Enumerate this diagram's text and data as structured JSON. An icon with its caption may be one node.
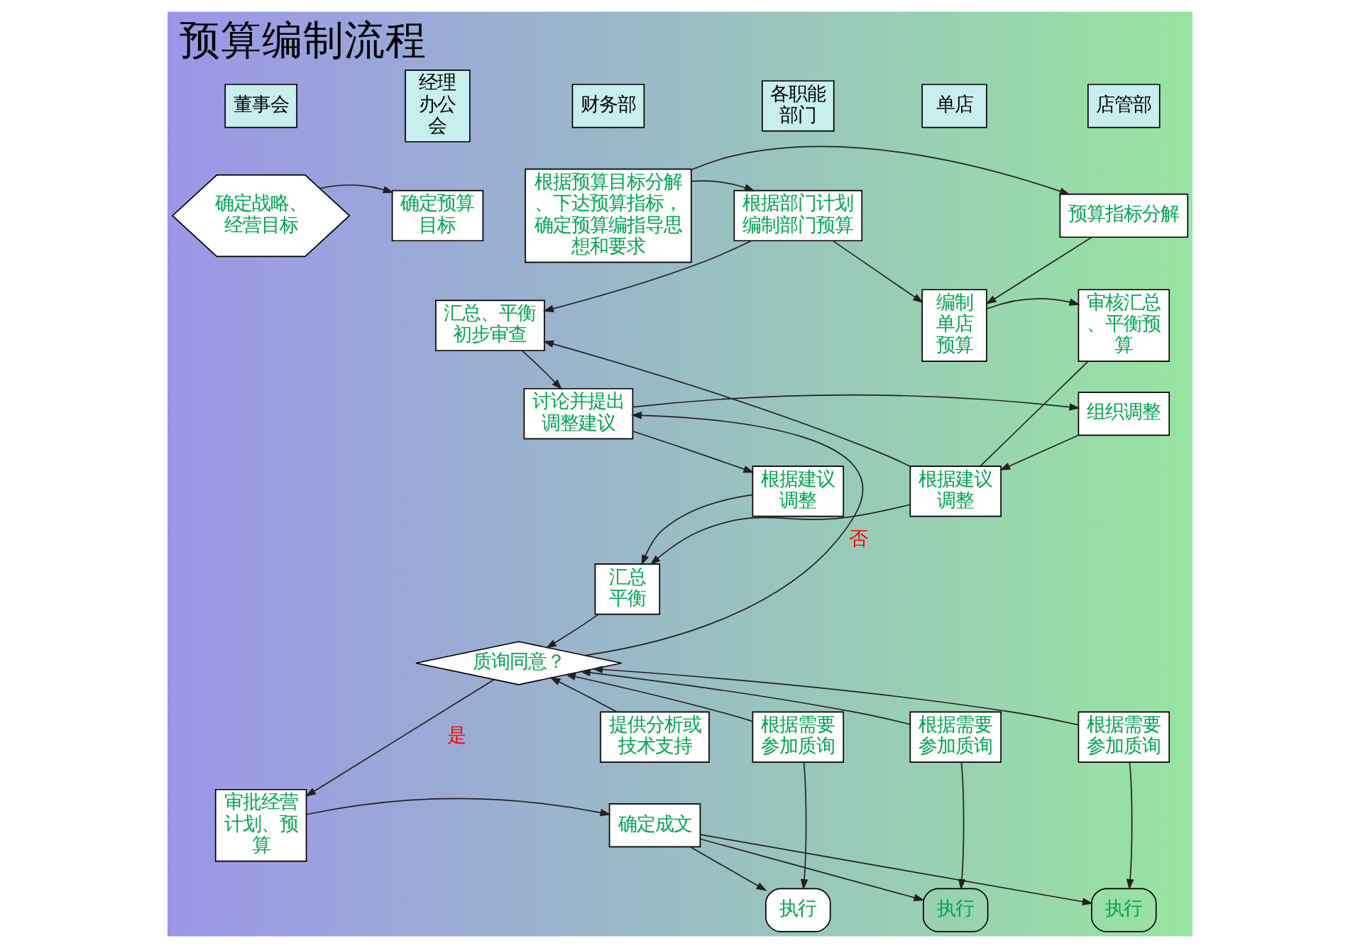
{
  "diagram": {
    "title": "预算编制流程",
    "nodes": [
      {
        "text": [
          "董事会"
        ]
      },
      {
        "text": [
          "经理办公会"
        ]
      },
      {
        "text": [
          "财务部"
        ]
      },
      {
        "text": [
          "各职能部门"
        ]
      },
      {
        "text": [
          "单店"
        ]
      },
      {
        "text": [
          "店管部"
        ]
      },
      {
        "text": [
          "确定战略、经营目标"
        ]
      },
      {
        "text": [
          "确定预算目标"
        ]
      },
      {
        "text": [
          "根据预算目标分解、下达预算指标，确定预算编指导思想和要求"
        ]
      },
      {
        "text": [
          "根据部门计划编制部门预算"
        ]
      },
      {
        "text": [
          "预算指标分解"
        ]
      },
      {
        "text": [
          "汇总、平衡初步审查"
        ]
      },
      {
        "text": [
          "编制单店预算"
        ]
      },
      {
        "text": [
          "审核汇总、平衡预算"
        ]
      },
      {
        "text": [
          "讨论并提出调整建议"
        ]
      },
      {
        "text": [
          "组织调整"
        ]
      },
      {
        "text": [
          "根据建议调整"
        ]
      },
      {
        "text": [
          "根据建议调整"
        ]
      },
      {
        "text": [
          "汇总平衡"
        ]
      },
      {
        "text": [
          "质询同意？"
        ]
      },
      {
        "text": [
          "提供分析或技术支持"
        ]
      },
      {
        "text": [
          "根据需要参加质询"
        ]
      },
      {
        "text": [
          "根据需要参加质询"
        ]
      },
      {
        "text": [
          "根据需要参加质询"
        ]
      },
      {
        "text": [
          "审批经营计划、预算"
        ]
      },
      {
        "text": [
          "确定成文"
        ]
      },
      {
        "text": [
          "执行"
        ]
      },
      {
        "text": [
          "执行"
        ]
      },
      {
        "text": [
          "执行"
        ]
      }
    ],
    "edges": [
      {
        "from": 6,
        "to": 7,
        "arrow": "to"
      },
      {
        "from": 8,
        "to": 9,
        "arrow": "to"
      },
      {
        "from": 8,
        "to": 10,
        "arrow": "to"
      },
      {
        "from": 9,
        "to": 12,
        "arrow": "to"
      },
      {
        "from": 10,
        "to": 12,
        "arrow": "to"
      },
      {
        "from": 9,
        "to": 11,
        "arrow": "to"
      },
      {
        "from": 12,
        "to": 13,
        "arrow": "to"
      },
      {
        "from": 13,
        "to": 17,
        "arrow": "none"
      },
      {
        "from": 15,
        "to": 17,
        "arrow": "to"
      },
      {
        "from": 17,
        "to": 11,
        "arrow": "to"
      },
      {
        "from": 11,
        "to": 14,
        "arrow": "to"
      },
      {
        "from": 14,
        "to": 15,
        "arrow": "to"
      },
      {
        "from": 14,
        "to": 16,
        "arrow": "to"
      },
      {
        "from": 16,
        "to": 18,
        "arrow": "to"
      },
      {
        "from": 17,
        "to": 18,
        "arrow": "to"
      },
      {
        "from": 18,
        "to": 19,
        "arrow": "to"
      },
      {
        "from": 19,
        "to": 14,
        "arrow": "to",
        "label": "否"
      },
      {
        "from": 19,
        "to": 24,
        "arrow": "to",
        "label": "是"
      },
      {
        "from": 20,
        "to": 19,
        "arrow": "to"
      },
      {
        "from": 21,
        "to": 19,
        "arrow": "to"
      },
      {
        "from": 22,
        "to": 19,
        "arrow": "to"
      },
      {
        "from": 23,
        "to": 19,
        "arrow": "to"
      },
      {
        "from": 24,
        "to": 25,
        "arrow": "to"
      },
      {
        "from": 25,
        "to": 26,
        "arrow": "to"
      },
      {
        "from": 25,
        "to": 27,
        "arrow": "to"
      },
      {
        "from": 25,
        "to": 28,
        "arrow": "to"
      },
      {
        "from": 21,
        "to": 26,
        "arrow": "to"
      },
      {
        "from": 22,
        "to": 27,
        "arrow": "to"
      },
      {
        "from": 23,
        "to": 28,
        "arrow": "to"
      }
    ]
  }
}
